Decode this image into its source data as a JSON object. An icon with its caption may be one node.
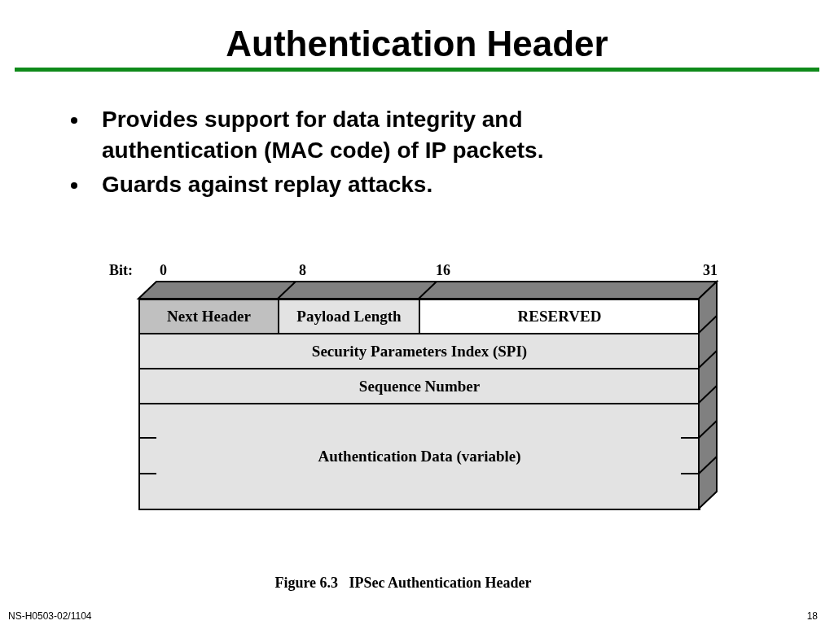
{
  "diagram": {
    "title": "Authentication Header",
    "caption": "Figure 6.3   IPSec Authentication Header",
    "nodes": [
      {
        "text": [
          "Next Header"
        ]
      },
      {
        "text": [
          "Payload Length"
        ]
      },
      {
        "text": [
          "RESERVED"
        ]
      },
      {
        "text": [
          "Security Parameters Index (SPI)"
        ]
      },
      {
        "text": [
          "Sequence Number"
        ]
      },
      {
        "text": [
          "Authentication Data (variable)"
        ]
      }
    ],
    "labels": [
      "Provides support for data integrity and authentication (MAC code) of IP packets.",
      "Guards against replay attacks.",
      "Bit:",
      "0",
      "8",
      "16",
      "31",
      "NS-H0503-02/1104",
      "18"
    ]
  }
}
